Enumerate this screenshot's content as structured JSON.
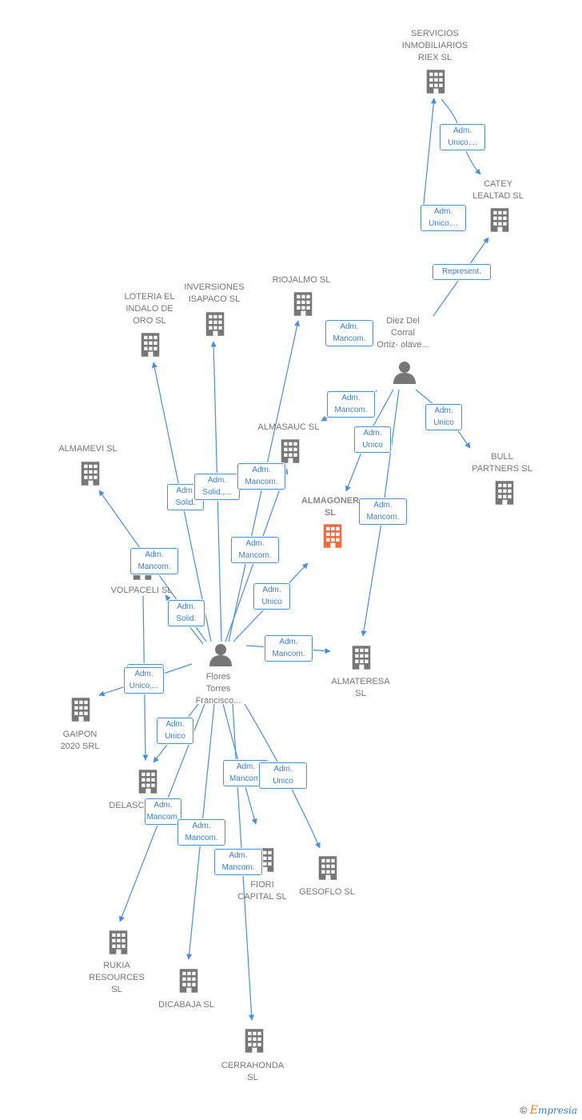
{
  "colors": {
    "edge": "#4a8fd8",
    "node": "#777777",
    "focus": "#f26a3d"
  },
  "nodes": {
    "servicios": {
      "type": "company",
      "lines": [
        "SERVICIOS",
        "INMOBILIARIOS",
        "RIEX SL"
      ]
    },
    "catey": {
      "type": "company",
      "lines": [
        "CATEY",
        "LEALTAD  SL"
      ]
    },
    "diez": {
      "type": "person",
      "lines": [
        "Diez Del",
        "Corral",
        "Ortiz- olave..."
      ]
    },
    "loteria": {
      "type": "company",
      "lines": [
        "LOTERIA EL",
        "INDALO DE",
        "ORO  SL"
      ]
    },
    "inversiones": {
      "type": "company",
      "lines": [
        "INVERSIONES",
        "ISAPACO  SL"
      ]
    },
    "riojalmo": {
      "type": "company",
      "lines": [
        "RIOJALMO  SL"
      ]
    },
    "almasauc": {
      "type": "company",
      "lines": [
        "ALMASAUC  SL"
      ]
    },
    "almamevi": {
      "type": "company",
      "lines": [
        "ALMAMEVI  SL"
      ]
    },
    "almagoner": {
      "type": "focus",
      "lines": [
        "ALMAGONER",
        "SL"
      ]
    },
    "bull": {
      "type": "company",
      "lines": [
        "BULL",
        "PARTNERS  SL"
      ]
    },
    "volpaceli": {
      "type": "company",
      "lines": [
        "VOLPACELI SL"
      ]
    },
    "almateresa": {
      "type": "company",
      "lines": [
        "ALMATERESA",
        "SL"
      ]
    },
    "flores": {
      "type": "person",
      "lines": [
        "Flores",
        "Torres",
        "Francisco..."
      ]
    },
    "gaipon": {
      "type": "company",
      "lines": [
        "GAIPON",
        "2020 SRL"
      ]
    },
    "delasc": {
      "type": "company",
      "lines": [
        "DELASC..."
      ]
    },
    "fiori": {
      "type": "company",
      "lines": [
        "FIORI",
        "CAPITAL  SL"
      ]
    },
    "gesoflo": {
      "type": "company",
      "lines": [
        "GESOFLO  SL"
      ]
    },
    "rukia": {
      "type": "company",
      "lines": [
        "RUKIA",
        "RESOURCES",
        "SL"
      ]
    },
    "dicabaja": {
      "type": "company",
      "lines": [
        "DICABAJA SL"
      ]
    },
    "cerrahonda": {
      "type": "company",
      "lines": [
        "CERRAHONDA",
        "SL"
      ]
    }
  },
  "edge_labels": [
    "Adm.|Unico,...",
    "Adm.|Unico,...",
    "Represent.",
    "Adm.|Mancom.",
    "Adm.|Mancom.",
    "Adm.|Unico",
    "Adm.|Unico",
    "Adm.|Mancom.",
    "Adm.|Solid.",
    "Adm.|Solid.,...",
    "Adm.|Mancom.",
    "Adm.|Mancom.",
    "Adm.|Mancom.",
    "Adm.|Unico",
    "Adm.|Solid.",
    "Adm.|Mancom.",
    "Socio|Único",
    "Adm.|Unico",
    "Adm.|Unico,...",
    "Adm.|Mancom.",
    "Adm.|Unico",
    "Adm.|Mancom.",
    "Adm.|Mancom."
  ],
  "brand": {
    "copyright": "©",
    "initial": "E",
    "rest": "mpresia"
  }
}
